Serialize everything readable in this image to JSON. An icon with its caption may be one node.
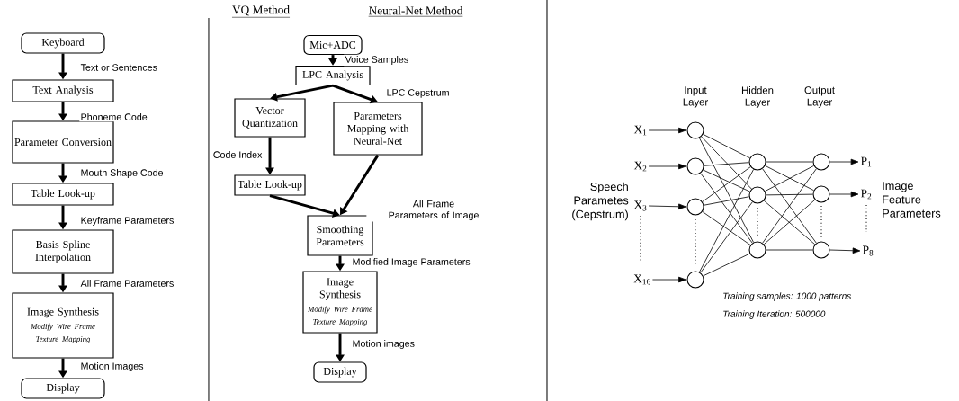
{
  "diagram": {
    "nodes": [
      {
        "text": [
          "Keyboard"
        ]
      },
      {
        "text": [
          "Text  Analysis"
        ]
      },
      {
        "text": [
          "Parameter Conversion"
        ]
      },
      {
        "text": [
          "Table Look-up"
        ]
      },
      {
        "text": [
          "Basis Spline Interpolation"
        ]
      },
      {
        "text": [
          "Image Synthesis",
          "Modify Wire Frame Texture Mapping"
        ]
      },
      {
        "text": [
          "Display"
        ]
      },
      {
        "text": [
          "Mic+ADC"
        ]
      },
      {
        "text": [
          "LPC Analysis"
        ]
      },
      {
        "text": [
          "Vector Quantization"
        ]
      },
      {
        "text": [
          "Parameters Mapping with Neural-Net"
        ]
      },
      {
        "text": [
          "Table Look-up"
        ]
      },
      {
        "text": [
          "Smoothing Parameters"
        ]
      },
      {
        "text": [
          "Image Synthesis",
          "Modify Wire Frame Texture Mapping"
        ]
      },
      {
        "text": [
          "Display"
        ]
      },
      {
        "text": [
          "X$_{1}$"
        ]
      },
      {
        "text": [
          "X$_{2}$"
        ]
      },
      {
        "text": [
          "X$_{3}$"
        ]
      },
      {
        "text": [
          "X$_{16}$"
        ]
      },
      {
        "text": [],
        "shape": "circle"
      },
      {
        "text": [],
        "shape": "circle"
      },
      {
        "text": [],
        "shape": "circle"
      },
      {
        "text": [],
        "shape": "circle"
      },
      {
        "text": [],
        "shape": "circle"
      },
      {
        "text": [],
        "shape": "circle"
      },
      {
        "text": [],
        "shape": "circle"
      },
      {
        "text": [],
        "shape": "circle"
      },
      {
        "text": [],
        "shape": "circle"
      },
      {
        "text": [],
        "shape": "circle"
      },
      {
        "text": [
          "P$_{1}$"
        ]
      },
      {
        "text": [
          "P$_{2}$"
        ]
      },
      {
        "text": [
          "P$_{8}$"
        ]
      }
    ],
    "edges": [
      {
        "from": 0,
        "to": 1,
        "arrow": "to",
        "label": "Text or Sentences",
        "style": "thick"
      },
      {
        "from": 1,
        "to": 2,
        "arrow": "to",
        "label": "Phoneme Code",
        "style": "thick"
      },
      {
        "from": 2,
        "to": 3,
        "arrow": "to",
        "label": "Mouth Shape Code",
        "style": "thick"
      },
      {
        "from": 3,
        "to": 4,
        "arrow": "to",
        "label": "Keyframe Parameters",
        "style": "thick"
      },
      {
        "from": 4,
        "to": 5,
        "arrow": "to",
        "label": "All Frame Parameters",
        "style": "thick"
      },
      {
        "from": 5,
        "to": 6,
        "arrow": "to",
        "label": "Motion Images",
        "style": "thick"
      },
      {
        "from": 7,
        "to": 8,
        "arrow": "to",
        "label": "Voice Samples",
        "style": "thick"
      },
      {
        "from": 8,
        "to": 9,
        "arrow": "to",
        "style": "thick"
      },
      {
        "from": 8,
        "to": 10,
        "arrow": "to",
        "label": "LPC Cepstrum",
        "style": "thick"
      },
      {
        "from": 9,
        "to": 11,
        "arrow": "to",
        "label": "Code Index",
        "style": "thick"
      },
      {
        "from": 11,
        "to": 12,
        "arrow": "to",
        "style": "thick"
      },
      {
        "from": 10,
        "to": 12,
        "arrow": "to",
        "label": "All Frame Parameters of Image",
        "style": "thick"
      },
      {
        "from": 12,
        "to": 13,
        "arrow": "to",
        "label": "Modified Image Parameters",
        "style": "thick"
      },
      {
        "from": 13,
        "to": 14,
        "arrow": "to",
        "label": "Motion images",
        "style": "thick"
      },
      {
        "from": 15,
        "to": 19,
        "arrow": "to"
      },
      {
        "from": 16,
        "to": 20,
        "arrow": "to"
      },
      {
        "from": 17,
        "to": 21,
        "arrow": "to"
      },
      {
        "from": 18,
        "to": 22,
        "arrow": "to"
      },
      {
        "from": 19,
        "to": 23,
        "arrow": "none"
      },
      {
        "from": 19,
        "to": 24,
        "arrow": "none"
      },
      {
        "from": 19,
        "to": 25,
        "arrow": "none"
      },
      {
        "from": 20,
        "to": 23,
        "arrow": "none"
      },
      {
        "from": 20,
        "to": 24,
        "arrow": "none"
      },
      {
        "from": 20,
        "to": 25,
        "arrow": "none"
      },
      {
        "from": 21,
        "to": 23,
        "arrow": "none"
      },
      {
        "from": 21,
        "to": 24,
        "arrow": "none"
      },
      {
        "from": 21,
        "to": 25,
        "arrow": "none"
      },
      {
        "from": 22,
        "to": 23,
        "arrow": "none"
      },
      {
        "from": 22,
        "to": 24,
        "arrow": "none"
      },
      {
        "from": 22,
        "to": 25,
        "arrow": "none"
      },
      {
        "from": 23,
        "to": 26,
        "arrow": "none"
      },
      {
        "from": 23,
        "to": 27,
        "arrow": "none"
      },
      {
        "from": 23,
        "to": 28,
        "arrow": "none"
      },
      {
        "from": 24,
        "to": 26,
        "arrow": "none"
      },
      {
        "from": 24,
        "to": 27,
        "arrow": "none"
      },
      {
        "from": 24,
        "to": 28,
        "arrow": "none"
      },
      {
        "from": 25,
        "to": 26,
        "arrow": "none"
      },
      {
        "from": 25,
        "to": 27,
        "arrow": "none"
      },
      {
        "from": 25,
        "to": 28,
        "arrow": "none"
      },
      {
        "from": 26,
        "to": 29,
        "arrow": "to"
      },
      {
        "from": 27,
        "to": 30,
        "arrow": "to"
      },
      {
        "from": 28,
        "to": 31,
        "arrow": "to"
      }
    ],
    "labels": [
      "VQ Method",
      "Neural-Net Method",
      "Input Layer",
      "Hidden Layer",
      "Output Layer",
      "Speech Parametes (Cepstrum)",
      "Image Feature Parameters",
      "Training samples:  1000 patterns",
      "Training Iteration:  500000"
    ]
  }
}
